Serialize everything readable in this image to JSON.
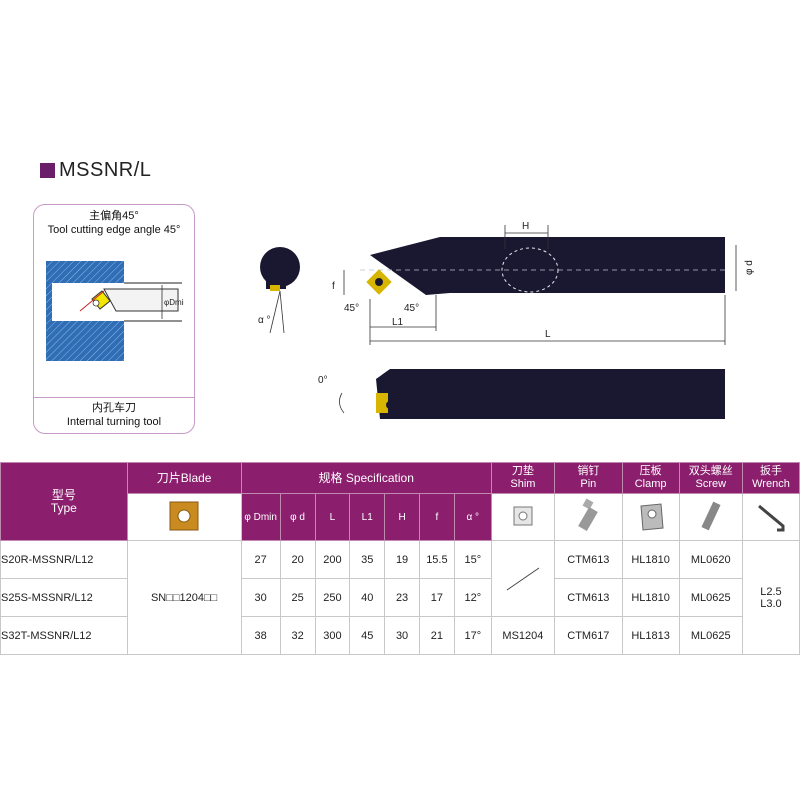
{
  "title": "MSSNR/L",
  "colors": {
    "accent": "#8b1f6d",
    "title_square": "#6b1f6b",
    "tool_body": "#1a1830"
  },
  "panel": {
    "top_cn": "主偏角45°",
    "top_en": "Tool cutting edge angle 45°",
    "bottom_cn": "内孔车刀",
    "bottom_en": "Internal turning tool",
    "diagram_label": "φDmin"
  },
  "drawing": {
    "H": "H",
    "phi_d": "φ d",
    "f": "f",
    "angle_45_left": "45°",
    "angle_45_right": "45°",
    "L1": "L1",
    "L": "L",
    "alpha": "α °",
    "zero": "0°"
  },
  "table": {
    "model_cn": "型号",
    "model_en": "Type",
    "blade": "刀片Blade",
    "spec": "规格 Specification",
    "shim_cn": "刀垫",
    "shim_en": "Shim",
    "pin_cn": "销钉",
    "pin_en": "Pin",
    "clamp_cn": "压板",
    "clamp_en": "Clamp",
    "screw_cn": "双头螺丝",
    "screw_en": "Screw",
    "wrench_cn": "扳手",
    "wrench_en": "Wrench",
    "columns": [
      "φ Dmin",
      "φ d",
      "L",
      "L1",
      "H",
      "f",
      "α °"
    ],
    "blade_value": "SN□□1204□□",
    "wrench_value_1": "L2.5",
    "wrench_value_2": "L3.0",
    "rows": [
      {
        "type": "S20R-MSSNR/L12",
        "dmin": "27",
        "d": "20",
        "L": "200",
        "L1": "35",
        "H": "19",
        "f": "15.5",
        "alpha": "15°",
        "pin": "CTM613",
        "clamp": "HL1810",
        "screw": "ML0620"
      },
      {
        "type": "S25S-MSSNR/L12",
        "dmin": "30",
        "d": "25",
        "L": "250",
        "L1": "40",
        "H": "23",
        "f": "17",
        "alpha": "12°",
        "pin": "CTM613",
        "clamp": "HL1810",
        "screw": "ML0625"
      },
      {
        "type": "S32T-MSSNR/L12",
        "dmin": "38",
        "d": "32",
        "L": "300",
        "L1": "45",
        "H": "30",
        "f": "21",
        "alpha": "17°",
        "shim": "MS1204",
        "pin": "CTM617",
        "clamp": "HL1813",
        "screw": "ML0625"
      }
    ]
  }
}
